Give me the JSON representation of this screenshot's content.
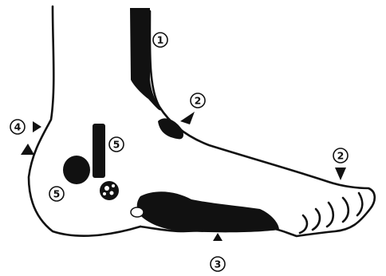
{
  "diagram": {
    "ink_color": "#111111",
    "background_color": "#ffffff",
    "markers": [
      {
        "id": "m1",
        "label": "1",
        "icon": "circled-number"
      },
      {
        "id": "m2a",
        "label": "2",
        "icon": "circled-number"
      },
      {
        "id": "m2b",
        "label": "2",
        "icon": "circled-number"
      },
      {
        "id": "m3",
        "label": "3",
        "icon": "circled-number"
      },
      {
        "id": "m4",
        "label": "4",
        "icon": "circled-number"
      },
      {
        "id": "m5a",
        "label": "5",
        "icon": "circled-number"
      },
      {
        "id": "m5b",
        "label": "5",
        "icon": "circled-number"
      }
    ]
  }
}
